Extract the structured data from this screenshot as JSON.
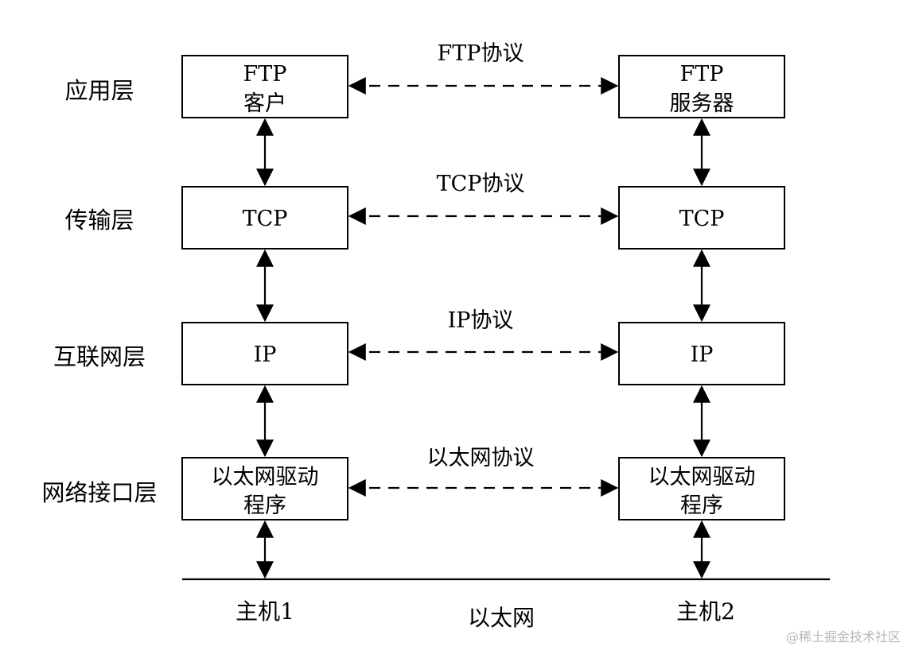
{
  "layers": [
    "应用层",
    "传输层",
    "互联网层",
    "网络接口层"
  ],
  "left_boxes": [
    [
      "FTP",
      "客户"
    ],
    [
      "TCP"
    ],
    [
      "IP"
    ],
    [
      "以太网驱动",
      "程序"
    ]
  ],
  "right_boxes": [
    [
      "FTP",
      "服务器"
    ],
    [
      "TCP"
    ],
    [
      "IP"
    ],
    [
      "以太网驱动",
      "程序"
    ]
  ],
  "protocols": [
    "FTP协议",
    "TCP协议",
    "IP协议",
    "以太网协议"
  ],
  "hosts": {
    "left": "主机1",
    "right": "主机2"
  },
  "network": "以太网",
  "watermark": "@稀土掘金技术社区"
}
